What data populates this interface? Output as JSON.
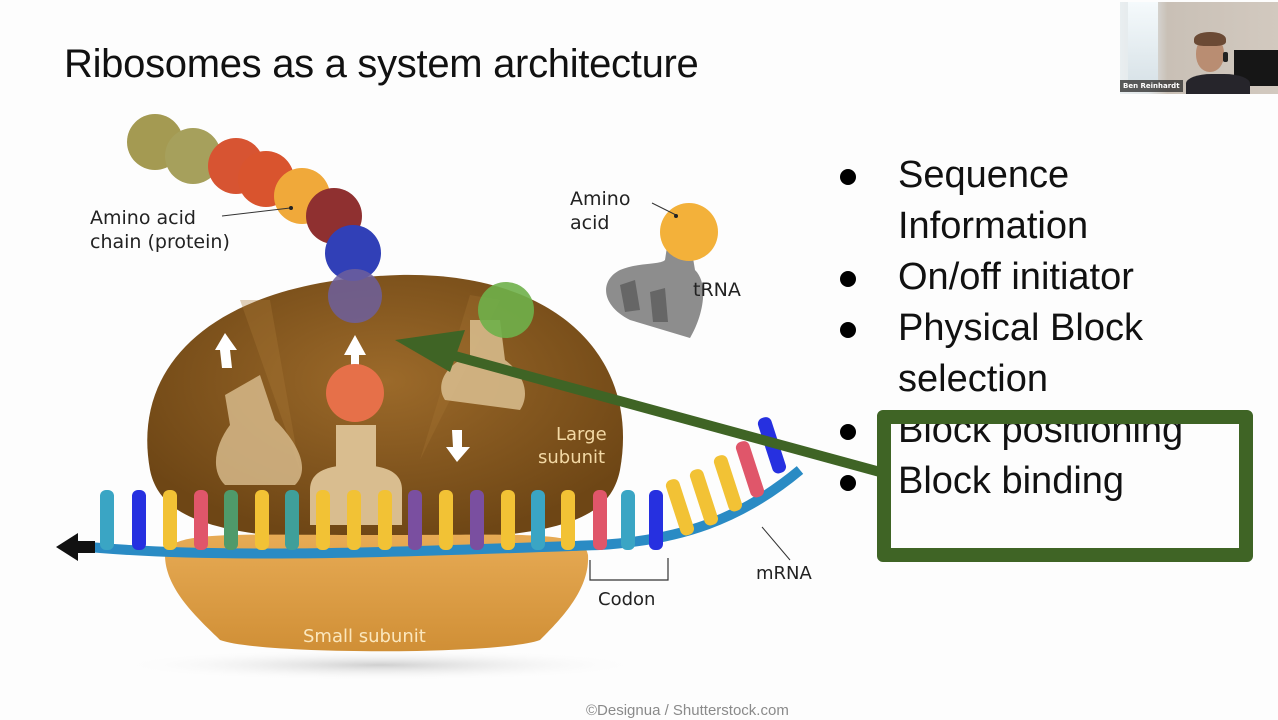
{
  "slide": {
    "title": "Ribosomes as a system architecture",
    "bullets": [
      "Sequence Information",
      "On/off initiator",
      "Physical Block selection",
      "Block positioning",
      "Block binding"
    ],
    "highlighted_bullets": [
      "Block positioning",
      "Block binding"
    ],
    "highlight_color": "#3f6425",
    "credit": "©Designua / Shutterstock.com"
  },
  "diagram": {
    "labels": {
      "amino_acid_chain": [
        "Amino acid",
        "chain (protein)"
      ],
      "amino_acid": [
        "Amino",
        "acid"
      ],
      "trna": "tRNA",
      "large_subunit": [
        "Large",
        "subunit"
      ],
      "small_subunit": "Small subunit",
      "mrna": "mRNA",
      "codon": "Codon"
    },
    "colors": {
      "large_subunit": "#8a5a1c",
      "small_subunit": "#e0a24a",
      "mrna_backbone": "#2a8bc4",
      "arrow": "#3f6425"
    }
  },
  "video_call": {
    "participant_name": "Ben Reinhardt"
  }
}
